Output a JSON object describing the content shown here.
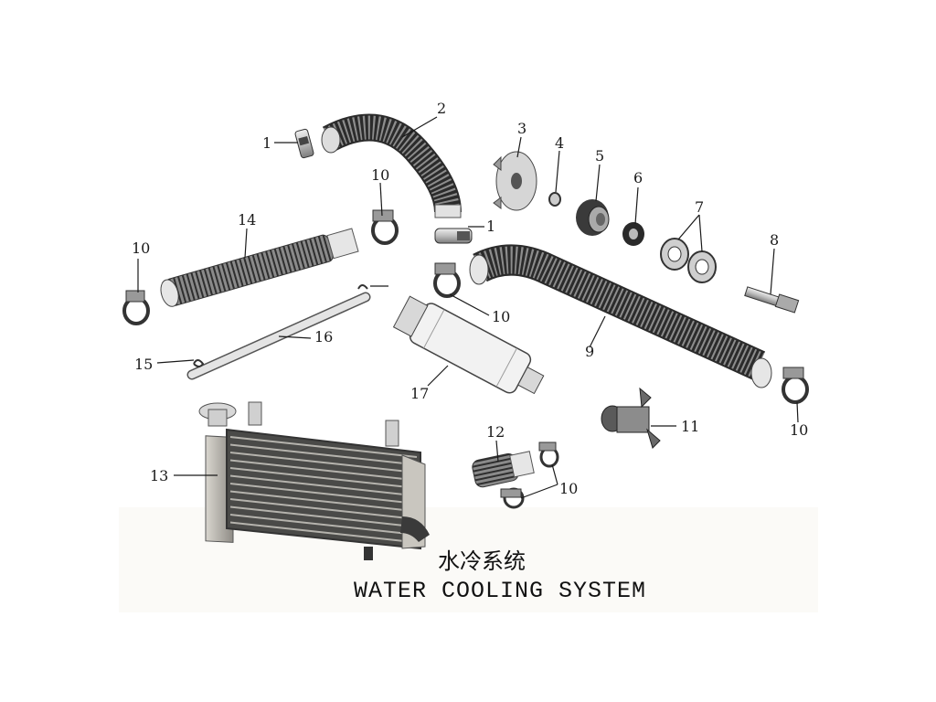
{
  "title_cn": "水冷系统",
  "title_en": "WATER COOLING SYSTEM",
  "callouts": [
    {
      "id": "c1a",
      "label": "1"
    },
    {
      "id": "c1b",
      "label": "1"
    },
    {
      "id": "c2",
      "label": "2"
    },
    {
      "id": "c3",
      "label": "3"
    },
    {
      "id": "c4",
      "label": "4"
    },
    {
      "id": "c5",
      "label": "5"
    },
    {
      "id": "c6",
      "label": "6"
    },
    {
      "id": "c7",
      "label": "7"
    },
    {
      "id": "c8",
      "label": "8"
    },
    {
      "id": "c9",
      "label": "9"
    },
    {
      "id": "c10a",
      "label": "10"
    },
    {
      "id": "c10b",
      "label": "10"
    },
    {
      "id": "c10c",
      "label": "10"
    },
    {
      "id": "c10d",
      "label": "10"
    },
    {
      "id": "c10e",
      "label": "10"
    },
    {
      "id": "c11",
      "label": "11"
    },
    {
      "id": "c12",
      "label": "12"
    },
    {
      "id": "c13",
      "label": "13"
    },
    {
      "id": "c14",
      "label": "14"
    },
    {
      "id": "c15",
      "label": "15"
    },
    {
      "id": "c16",
      "label": "16"
    },
    {
      "id": "c17",
      "label": "17"
    }
  ],
  "colors": {
    "background": "#ffffff",
    "ink": "#1a1a1a",
    "hose": "#7a7a7a",
    "hose_dark": "#3a3a3a",
    "radiator_frame": "#b8b4ad",
    "radiator_core": "#5a5a58"
  }
}
